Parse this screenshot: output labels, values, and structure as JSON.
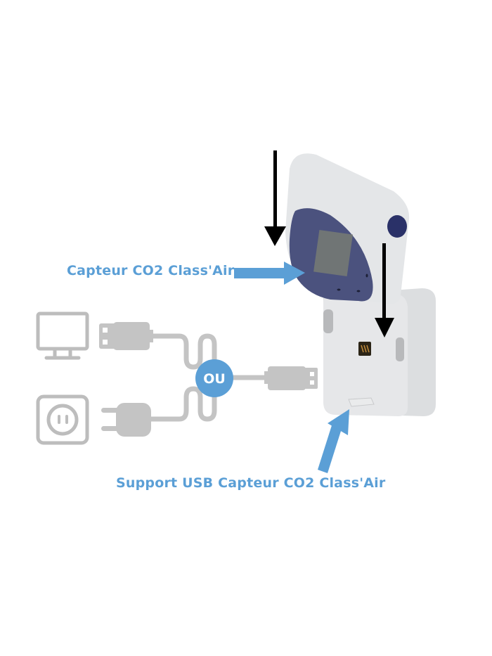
{
  "labels": {
    "sensor": "Capteur CO2 Class'Air",
    "support": "Support USB Capteur CO2 Class'Air",
    "or": "OU"
  },
  "icons": [
    "computer-monitor-icon",
    "wall-socket-icon",
    "usb-plug-icon",
    "power-plug-icon",
    "down-arrow-icon"
  ],
  "colors": {
    "accent_blue": "#5b9fd6",
    "cable_gray": "#c4c4c4",
    "outline_gray": "#bdbdbd",
    "device_white": "#e4e6e8",
    "screen_navy": "#4b527e",
    "button_navy": "#2a3168",
    "arrow_black": "#000000"
  }
}
